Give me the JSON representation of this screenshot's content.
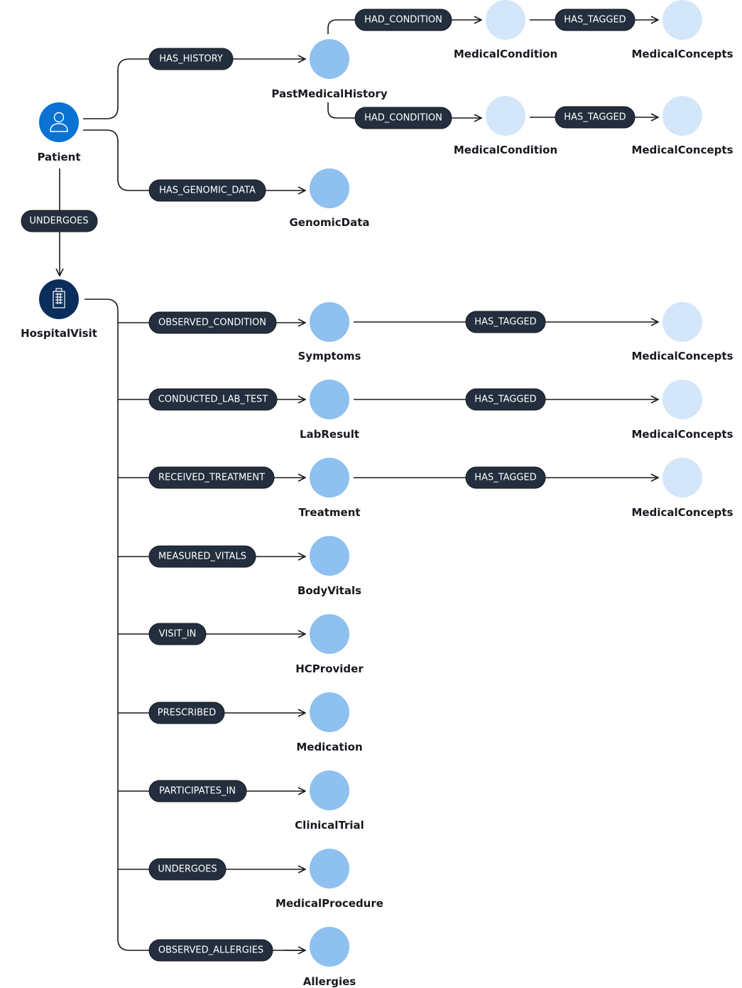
{
  "nodes": {
    "patient": "Patient",
    "hospital_visit": "HospitalVisit",
    "past_medical_history": "PastMedicalHistory",
    "genomic_data": "GenomicData",
    "medical_condition_1": "MedicalCondition",
    "medical_condition_2": "MedicalCondition",
    "medical_concepts_1": "MedicalConcepts",
    "medical_concepts_2": "MedicalConcepts",
    "medical_concepts_3": "MedicalConcepts",
    "medical_concepts_4": "MedicalConcepts",
    "medical_concepts_5": "MedicalConcepts",
    "symptoms": "Symptoms",
    "lab_result": "LabResult",
    "treatment": "Treatment",
    "body_vitals": "BodyVitals",
    "hc_provider": "HCProvider",
    "medication": "Medication",
    "clinical_trial": "ClinicalTrial",
    "medical_procedure": "MedicalProcedure",
    "allergies": "Allergies"
  },
  "edges": {
    "has_history": "HAS_HISTORY",
    "had_condition_1": "HAD_CONDITION",
    "had_condition_2": "HAD_CONDITION",
    "has_tagged_1": "HAS_TAGGED",
    "has_tagged_2": "HAS_TAGGED",
    "has_genomic_data": "HAS_GENOMIC_DATA",
    "undergoes_visit": "UNDERGOES",
    "observed_condition": "OBSERVED_CONDITION",
    "has_tagged_3": "HAS_TAGGED",
    "conducted_lab_test": "CONDUCTED_LAB_TEST",
    "has_tagged_4": "HAS_TAGGED",
    "received_treatment": "RECEIVED_TREATMENT",
    "has_tagged_5": "HAS_TAGGED",
    "measured_vitals": "MEASURED_VITALS",
    "visit_in": "VISIT_IN",
    "prescribed": "PRESCRIBED",
    "participates_in": "PARTICIPATES_IN",
    "undergoes_procedure": "UNDERGOES",
    "observed_allergies": "OBSERVED_ALLERGIES"
  },
  "colors": {
    "patient_node": "#0972d3",
    "hospital_node": "#0a2d5c",
    "entity_node": "#8ec0f0",
    "concept_node": "#d4e6f9",
    "pill_fill": "#232f3e",
    "line": "#16191f"
  },
  "icons": {
    "patient": "user-icon",
    "hospital_visit": "hospital-building-icon"
  }
}
